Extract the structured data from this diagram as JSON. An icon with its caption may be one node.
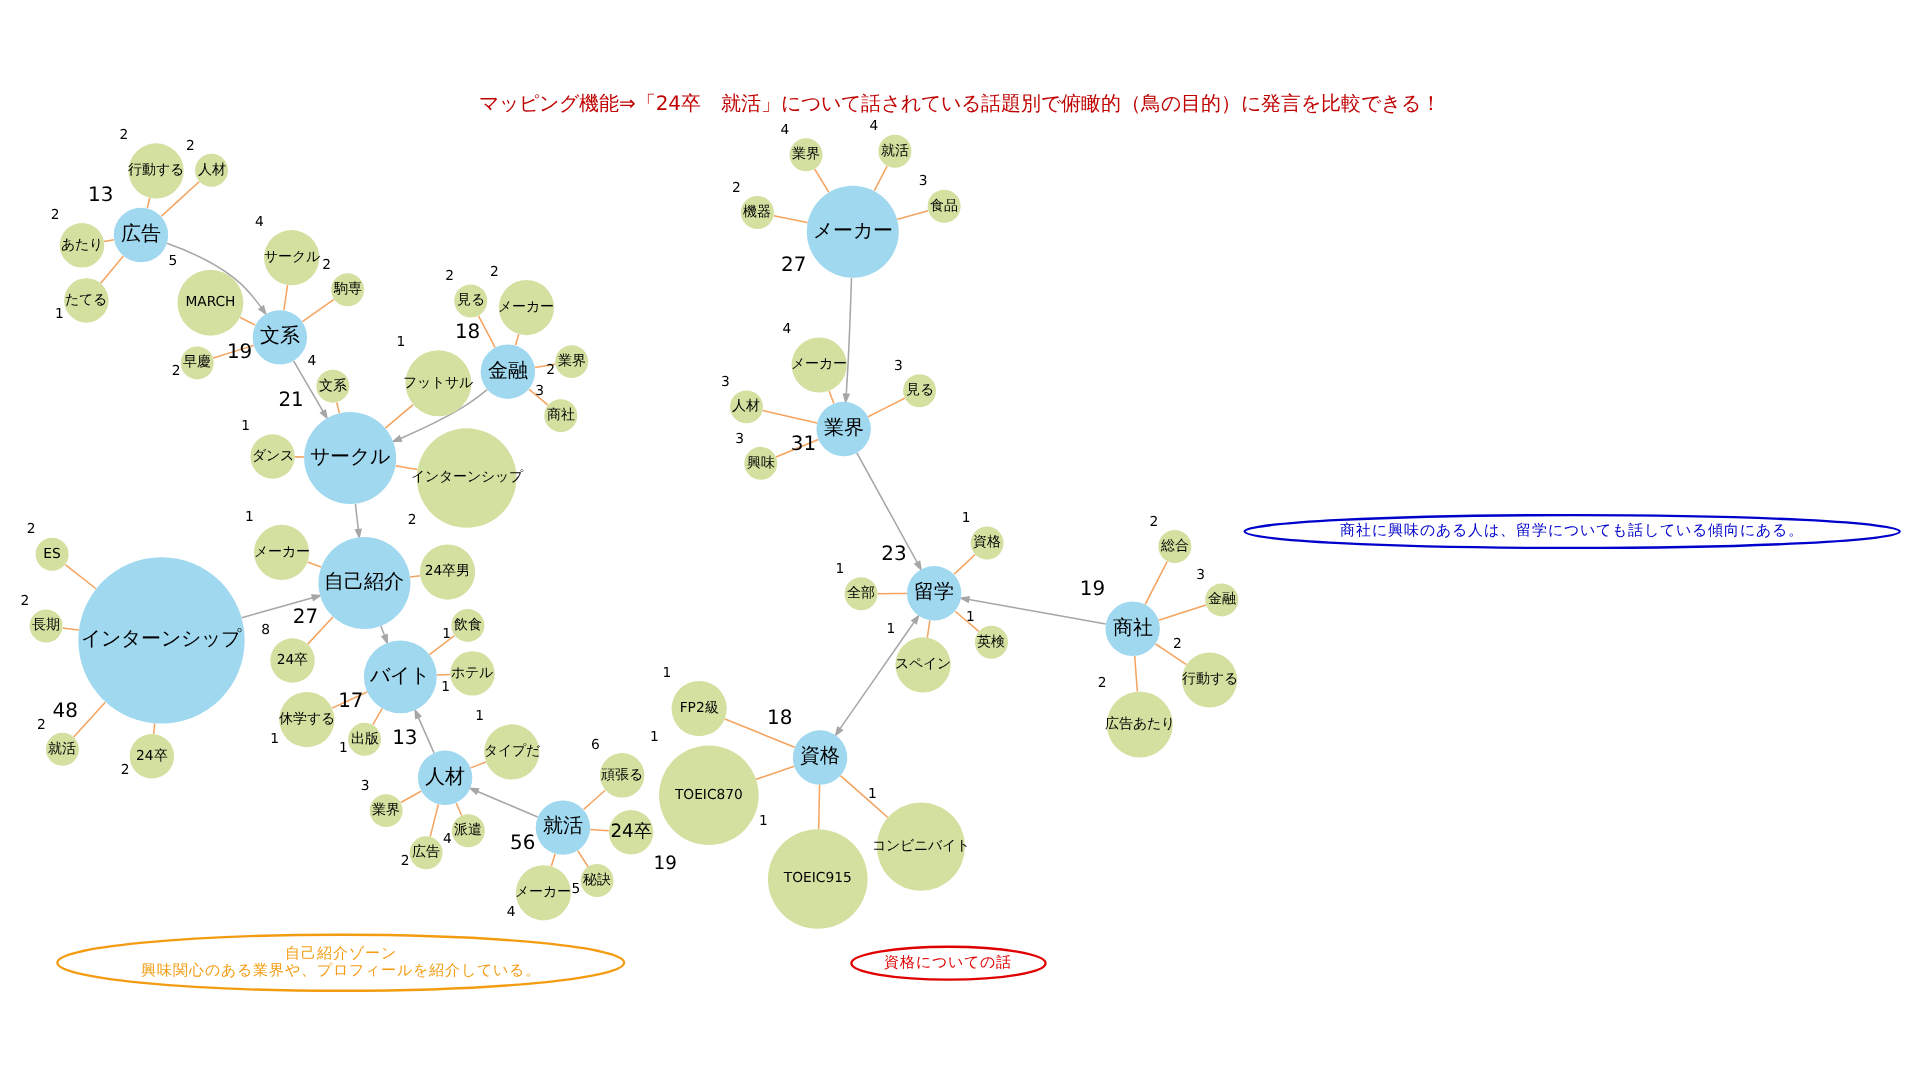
{
  "diagram": {
    "title": "マッピング機能⇒「24卒　就活」について話されている話題別で俯瞰的（鳥の目的）に発言を比較できる！",
    "nodes": [
      {
        "text": [
          "資格についての話"
        ]
      },
      {
        "text": [
          "商社に興味のある人は、留学についても話している傾向にある。"
        ]
      },
      {
        "text": [
          "自己紹介ゾーン",
          "興味関心のある業界や、プロフィールを紹介している。"
        ]
      },
      {
        "text": [
          "資格"
        ],
        "beside": [
          "18"
        ]
      },
      {
        "text": [
          "コンビニバイト"
        ],
        "beside": [
          "1"
        ]
      },
      {
        "text": [
          "TOEIC915"
        ],
        "beside": [
          "1"
        ]
      },
      {
        "text": [
          "TOEIC870"
        ],
        "beside": [
          "1"
        ]
      },
      {
        "text": [
          "FP2級"
        ],
        "beside": [
          "1"
        ]
      },
      {
        "text": [
          "留学"
        ],
        "beside": [
          "23"
        ]
      },
      {
        "text": [
          "全部"
        ],
        "beside": [
          "1"
        ]
      },
      {
        "text": [
          "資格"
        ],
        "beside": [
          "1"
        ]
      },
      {
        "text": [
          "スペイン"
        ],
        "beside": [
          "1"
        ]
      },
      {
        "text": [
          "英検"
        ],
        "beside": [
          "1"
        ]
      },
      {
        "text": [
          "商社"
        ],
        "beside": [
          "19"
        ]
      },
      {
        "text": [
          "総合"
        ],
        "beside": [
          "2"
        ]
      },
      {
        "text": [
          "広告あたり"
        ],
        "beside": [
          "2"
        ]
      },
      {
        "text": [
          "行動する"
        ],
        "beside": [
          "2"
        ]
      },
      {
        "text": [
          "金融"
        ],
        "beside": [
          "3"
        ]
      },
      {
        "text": [
          "業界"
        ],
        "beside": [
          "31"
        ]
      },
      {
        "text": [
          "見る"
        ],
        "beside": [
          "3"
        ]
      },
      {
        "text": [
          "人材"
        ],
        "beside": [
          "3"
        ]
      },
      {
        "text": [
          "興味"
        ],
        "beside": [
          "3"
        ]
      },
      {
        "text": [
          "メーカー"
        ],
        "beside": [
          "4"
        ]
      },
      {
        "text": [
          "メーカー"
        ],
        "beside": [
          "27"
        ]
      },
      {
        "text": [
          "機器"
        ],
        "beside": [
          "2"
        ]
      },
      {
        "text": [
          "食品"
        ],
        "beside": [
          "3"
        ]
      },
      {
        "text": [
          "就活"
        ],
        "beside": [
          "4"
        ]
      },
      {
        "text": [
          "業界"
        ],
        "beside": [
          "4"
        ]
      },
      {
        "text": [
          "バイト"
        ],
        "beside": [
          "17"
        ]
      },
      {
        "text": [
          "飲食"
        ],
        "beside": [
          "1"
        ]
      },
      {
        "text": [
          "出版"
        ],
        "beside": [
          "1"
        ]
      },
      {
        "text": [
          "休学する"
        ],
        "beside": [
          "1"
        ]
      },
      {
        "text": [
          "ホテル"
        ],
        "beside": [
          "1"
        ]
      },
      {
        "text": [
          "人材"
        ],
        "beside": [
          "13"
        ]
      },
      {
        "text": [
          "業界"
        ],
        "beside": [
          "3"
        ]
      },
      {
        "text": [
          "タイプだ"
        ],
        "beside": [
          "1"
        ]
      },
      {
        "text": [
          "広告"
        ],
        "beside": [
          "2"
        ]
      },
      {
        "text": [
          "派遣"
        ],
        "beside": [
          "4"
        ]
      },
      {
        "text": [
          "就活"
        ],
        "beside": [
          "56"
        ]
      },
      {
        "text": [
          "メーカー"
        ],
        "beside": [
          "4"
        ]
      },
      {
        "text": [
          "秘訣"
        ],
        "beside": [
          "5"
        ]
      },
      {
        "text": [
          "24卒"
        ],
        "beside": [
          "19"
        ]
      },
      {
        "text": [
          "頑張る"
        ],
        "beside": [
          "6"
        ]
      },
      {
        "text": [
          "広告"
        ],
        "beside": [
          "13"
        ]
      },
      {
        "text": [
          "たてる"
        ],
        "beside": [
          "1"
        ]
      },
      {
        "text": [
          "人材"
        ],
        "beside": [
          "2"
        ]
      },
      {
        "text": [
          "あたり"
        ],
        "beside": [
          "2"
        ]
      },
      {
        "text": [
          "行動する"
        ],
        "beside": [
          "2"
        ]
      },
      {
        "text": [
          "文系"
        ],
        "beside": [
          "19"
        ]
      },
      {
        "text": [
          "早慶"
        ],
        "beside": [
          "2"
        ]
      },
      {
        "text": [
          "サークル"
        ],
        "beside": [
          "4"
        ]
      },
      {
        "text": [
          "駒専"
        ],
        "beside": [
          "2"
        ]
      },
      {
        "text": [
          "MARCH"
        ],
        "beside": [
          "5"
        ]
      },
      {
        "text": [
          "自己紹介"
        ],
        "beside": [
          "27"
        ]
      },
      {
        "text": [
          "24卒男"
        ]
      },
      {
        "text": [
          "メーカー"
        ],
        "beside": [
          "1"
        ]
      },
      {
        "text": [
          "24卒"
        ],
        "beside": [
          "8"
        ]
      },
      {
        "text": [
          "サークル"
        ],
        "beside": [
          "21"
        ]
      },
      {
        "text": [
          "フットサル"
        ],
        "beside": [
          "1"
        ]
      },
      {
        "text": [
          "インターンシップ"
        ],
        "beside": [
          "2"
        ]
      },
      {
        "text": [
          "ダンス"
        ],
        "beside": [
          "1"
        ]
      },
      {
        "text": [
          "文系"
        ],
        "beside": [
          "4"
        ]
      },
      {
        "text": [
          "金融"
        ],
        "beside": [
          "18"
        ]
      },
      {
        "text": [
          "商社"
        ],
        "beside": [
          "3"
        ]
      },
      {
        "text": [
          "メーカー"
        ],
        "beside": [
          "2"
        ]
      },
      {
        "text": [
          "業界"
        ],
        "beside": [
          "2"
        ]
      },
      {
        "text": [
          "見る"
        ],
        "beside": [
          "2"
        ]
      },
      {
        "text": [
          "インターンシップ"
        ],
        "beside": [
          "48"
        ]
      },
      {
        "text": [
          "長期"
        ],
        "beside": [
          "2"
        ]
      },
      {
        "text": [
          "就活"
        ],
        "beside": [
          "2"
        ]
      },
      {
        "text": [
          "24卒"
        ],
        "beside": [
          "2"
        ]
      },
      {
        "text": [
          "ES"
        ],
        "beside": [
          "2"
        ]
      }
    ],
    "edges": [
      {
        "from": 3,
        "to": 4,
        "arrow": "none"
      },
      {
        "from": 3,
        "to": 5,
        "arrow": "none"
      },
      {
        "from": 3,
        "to": 6,
        "arrow": "none"
      },
      {
        "from": 3,
        "to": 7,
        "arrow": "none"
      },
      {
        "from": 8,
        "to": 9,
        "arrow": "none"
      },
      {
        "from": 8,
        "to": 10,
        "arrow": "none"
      },
      {
        "from": 8,
        "to": 11,
        "arrow": "none"
      },
      {
        "from": 8,
        "to": 12,
        "arrow": "none"
      },
      {
        "from": 13,
        "to": 14,
        "arrow": "none"
      },
      {
        "from": 13,
        "to": 15,
        "arrow": "none"
      },
      {
        "from": 13,
        "to": 16,
        "arrow": "none"
      },
      {
        "from": 13,
        "to": 17,
        "arrow": "none"
      },
      {
        "from": 18,
        "to": 19,
        "arrow": "none"
      },
      {
        "from": 18,
        "to": 20,
        "arrow": "none"
      },
      {
        "from": 18,
        "to": 21,
        "arrow": "none"
      },
      {
        "from": 18,
        "to": 22,
        "arrow": "none"
      },
      {
        "from": 23,
        "to": 24,
        "arrow": "none"
      },
      {
        "from": 23,
        "to": 25,
        "arrow": "none"
      },
      {
        "from": 23,
        "to": 26,
        "arrow": "none"
      },
      {
        "from": 23,
        "to": 27,
        "arrow": "none"
      },
      {
        "from": 3,
        "to": 8,
        "arrow": "both",
        "color": "#a6a6a6"
      },
      {
        "from": 13,
        "to": 8,
        "arrow": "to",
        "color": "#a6a6a6"
      },
      {
        "from": 18,
        "to": 8,
        "arrow": "to",
        "color": "#a6a6a6"
      },
      {
        "from": 23,
        "to": 18,
        "arrow": "to",
        "color": "#a6a6a6"
      },
      {
        "from": 28,
        "to": 29,
        "arrow": "none"
      },
      {
        "from": 28,
        "to": 30,
        "arrow": "none"
      },
      {
        "from": 28,
        "to": 31,
        "arrow": "none"
      },
      {
        "from": 28,
        "to": 32,
        "arrow": "none"
      },
      {
        "from": 33,
        "to": 34,
        "arrow": "none"
      },
      {
        "from": 33,
        "to": 35,
        "arrow": "none"
      },
      {
        "from": 33,
        "to": 36,
        "arrow": "none"
      },
      {
        "from": 33,
        "to": 37,
        "arrow": "none"
      },
      {
        "from": 38,
        "to": 39,
        "arrow": "none"
      },
      {
        "from": 38,
        "to": 40,
        "arrow": "none"
      },
      {
        "from": 38,
        "to": 41,
        "arrow": "none"
      },
      {
        "from": 38,
        "to": 42,
        "arrow": "none"
      },
      {
        "from": 43,
        "to": 44,
        "arrow": "none"
      },
      {
        "from": 43,
        "to": 45,
        "arrow": "none"
      },
      {
        "from": 43,
        "to": 46,
        "arrow": "none"
      },
      {
        "from": 43,
        "to": 47,
        "arrow": "none"
      },
      {
        "from": 48,
        "to": 49,
        "arrow": "none"
      },
      {
        "from": 48,
        "to": 50,
        "arrow": "none"
      },
      {
        "from": 48,
        "to": 51,
        "arrow": "none"
      },
      {
        "from": 48,
        "to": 52,
        "arrow": "none"
      },
      {
        "from": 53,
        "to": 54,
        "arrow": "none"
      },
      {
        "from": 53,
        "to": 55,
        "arrow": "none"
      },
      {
        "from": 53,
        "to": 56,
        "arrow": "none"
      },
      {
        "from": 57,
        "to": 58,
        "arrow": "none"
      },
      {
        "from": 57,
        "to": 59,
        "arrow": "none"
      },
      {
        "from": 57,
        "to": 60,
        "arrow": "none"
      },
      {
        "from": 57,
        "to": 61,
        "arrow": "none"
      },
      {
        "from": 62,
        "to": 63,
        "arrow": "none"
      },
      {
        "from": 62,
        "to": 64,
        "arrow": "none"
      },
      {
        "from": 62,
        "to": 65,
        "arrow": "none"
      },
      {
        "from": 62,
        "to": 66,
        "arrow": "none"
      },
      {
        "from": 67,
        "to": 68,
        "arrow": "none"
      },
      {
        "from": 67,
        "to": 69,
        "arrow": "none"
      },
      {
        "from": 67,
        "to": 70,
        "arrow": "none"
      },
      {
        "from": 67,
        "to": 71,
        "arrow": "none"
      },
      {
        "from": 33,
        "to": 28,
        "arrow": "to",
        "color": "#a6a6a6"
      },
      {
        "from": 38,
        "to": 33,
        "arrow": "to",
        "color": "#a6a6a6"
      },
      {
        "from": 43,
        "to": 48,
        "arrow": "to",
        "color": "#a6a6a6"
      },
      {
        "from": 48,
        "to": 57,
        "arrow": "to",
        "color": "#a6a6a6"
      },
      {
        "from": 53,
        "to": 28,
        "arrow": "to",
        "color": "#a6a6a6"
      },
      {
        "from": 57,
        "to": 53,
        "arrow": "to",
        "color": "#a6a6a6"
      },
      {
        "from": 62,
        "to": 57,
        "arrow": "to",
        "color": "#a6a6a6"
      },
      {
        "from": 67,
        "to": 53,
        "arrow": "to",
        "color": "#a6a6a6"
      }
    ]
  }
}
